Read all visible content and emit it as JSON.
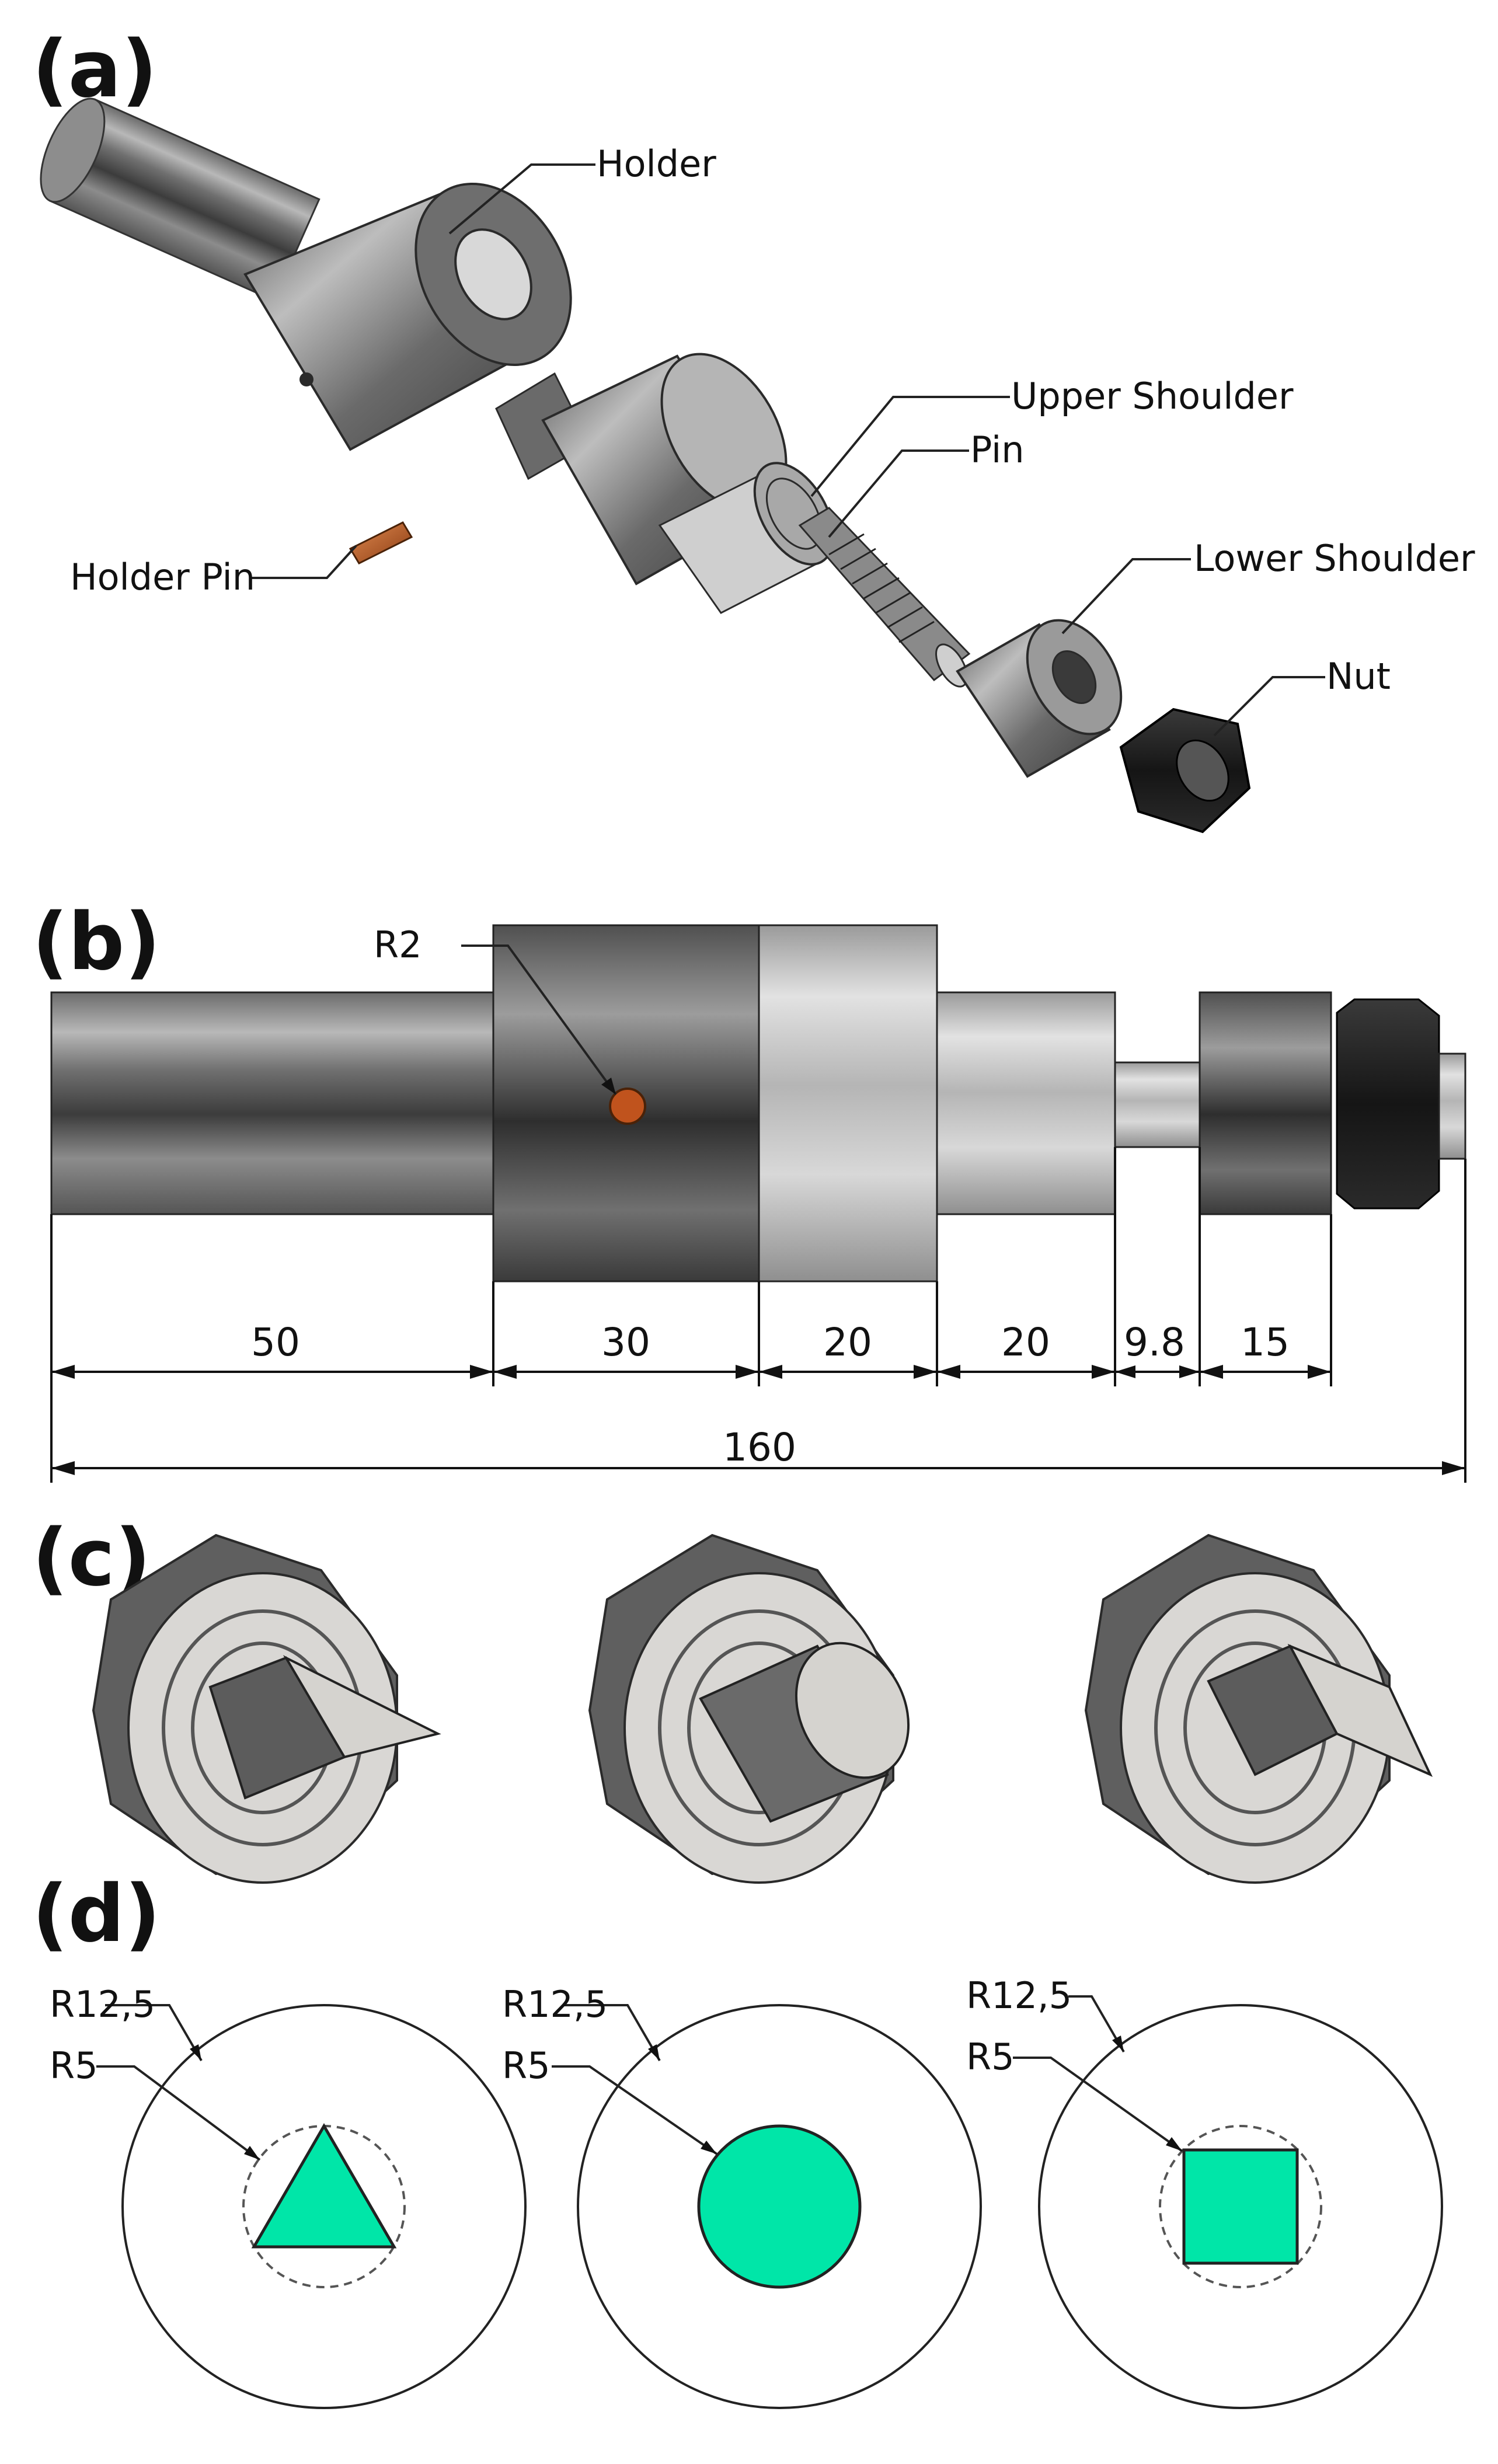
{
  "panels": {
    "a": "(a)",
    "b": "(b)",
    "c": "(c)",
    "d": "(d)"
  },
  "callouts": {
    "holder": "Holder",
    "upper_shoulder": "Upper Shoulder",
    "pin": "Pin",
    "holder_pin": "Holder Pin",
    "lower_shoulder": "Lower Shoulder",
    "nut": "Nut"
  },
  "dimensions": {
    "radius_pin": "R2",
    "segments": [
      "50",
      "30",
      "20",
      "20",
      "9.8",
      "15"
    ],
    "total": "160"
  },
  "profiles": [
    {
      "shape": "triangle",
      "outer_radius": "R12,5",
      "inner_radius": "R5"
    },
    {
      "shape": "circle",
      "outer_radius": "R12,5",
      "inner_radius": "R5"
    },
    {
      "shape": "square",
      "outer_radius": "R12,5",
      "inner_radius": "R5"
    }
  ],
  "colors": {
    "pin_profile": "#00e6a8",
    "holder_pin": "#c0531d",
    "steel_dark": "#4a4a4a",
    "steel_light": "#c9c9c9",
    "nut": "#1e1e1e"
  }
}
